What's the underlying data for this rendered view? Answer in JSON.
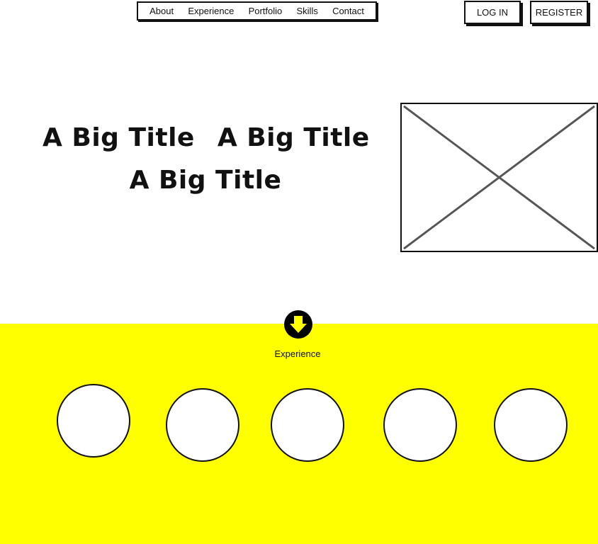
{
  "nav": {
    "items": [
      "About",
      "Experience",
      "Portfolio",
      "Skills",
      "Contact"
    ]
  },
  "auth": {
    "login_label": "LOG IN",
    "register_label": "REGISTER"
  },
  "hero": {
    "title_1": "A Big Title",
    "title_2": "A Big Title",
    "title_3": "A Big Title"
  },
  "section": {
    "label": "Experience",
    "background_color": "#ffff00",
    "icon": "arrow-down-circle-icon"
  },
  "image_placeholder": {
    "icon": "image-placeholder-icon"
  }
}
